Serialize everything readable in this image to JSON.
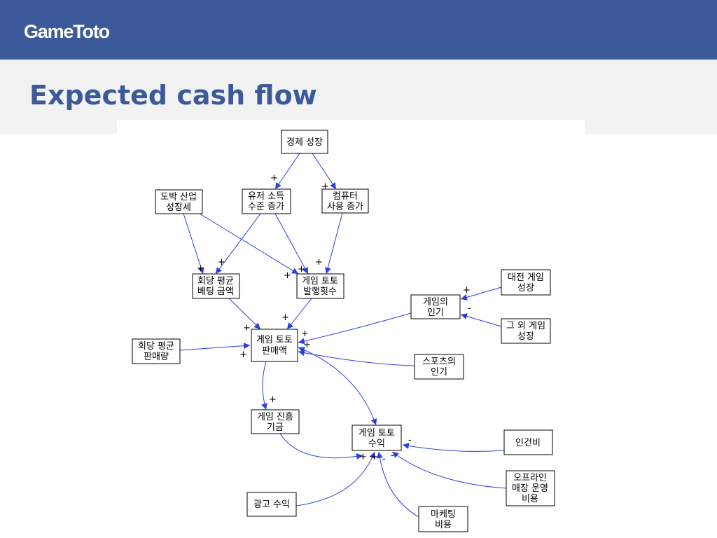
{
  "header": {
    "brand": "GameToto",
    "title": "Expected cash flow"
  },
  "diagram": {
    "nodes": {
      "economy": [
        "경제 성장"
      ],
      "gambling": [
        "도박 산업",
        "성장세"
      ],
      "income": [
        "유저 소득",
        "수준 증가"
      ],
      "pc": [
        "컴퓨터",
        "사용 증가"
      ],
      "avg_bet": [
        "회당 평균",
        "베팅 금액"
      ],
      "issue_count": [
        "게임 토토",
        "발행횟수"
      ],
      "game_pop": [
        "게임의",
        "인기"
      ],
      "pvp": [
        "대전 게임",
        "성장"
      ],
      "other_game": [
        "그 외 게임",
        "성장"
      ],
      "avg_sales": [
        "회당 평균",
        "판매량"
      ],
      "sales": [
        "게임 토토",
        "판매액"
      ],
      "sports": [
        "스포츠의",
        "인기"
      ],
      "fund": [
        "게임 진흥",
        "기금"
      ],
      "revenue": [
        "게임 토토",
        "수익"
      ],
      "labor": [
        "인건비"
      ],
      "offline": [
        "오프라인",
        "매장 운영",
        "비용"
      ],
      "ads": [
        "광고 수익"
      ],
      "marketing": [
        "마케팅",
        "비용"
      ]
    },
    "polarity": {
      "plus": "+",
      "minus": "-"
    },
    "colors": {
      "edge": "#2a3fe0",
      "header": "#3c5a99",
      "band": "#f2f2f2"
    }
  }
}
